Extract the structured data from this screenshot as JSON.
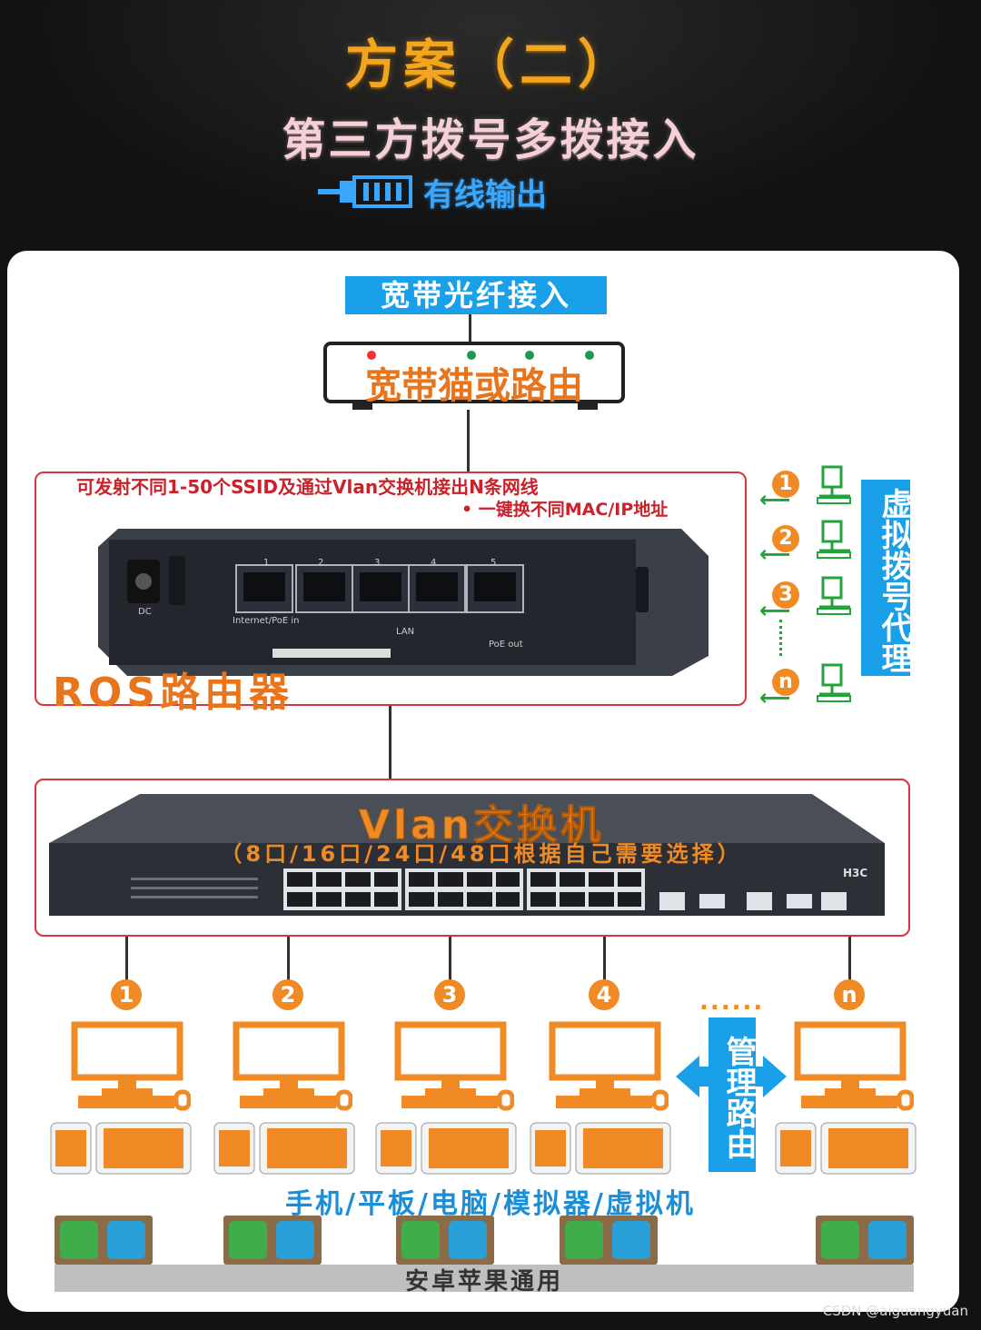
{
  "header": {
    "title": "方案（二）",
    "subtitle": "第三方拨号多拨接入",
    "output_label": "有线输出"
  },
  "fiber_label": "宽带光纤接入",
  "modem_label": "宽带猫或路由",
  "ros": {
    "note1": "可发射不同1-50个SSID及通过Vlan交换机接出N条网线",
    "note2": "• 一键换不同MAC/IP地址",
    "name": "ROS路由器",
    "port_numbers": [
      "1",
      "2",
      "3",
      "4",
      "5"
    ],
    "port_labels": {
      "internet": "Internet/PoE in",
      "lan": "LAN",
      "poe": "PoE out",
      "dc": "DC"
    }
  },
  "virtual": {
    "label": "虚拟拨号代理",
    "items": [
      "1",
      "2",
      "3",
      "n"
    ]
  },
  "vlan": {
    "name": "Vlan交换机",
    "subtitle": "（8口/16口/24口/48口根据自己需要选择）",
    "brand": "H3C"
  },
  "clients": [
    "1",
    "2",
    "3",
    "4",
    "n"
  ],
  "dots": "......",
  "management_label": "管理路由",
  "device_label": "手机/平板/电脑/模拟器/虚拟机",
  "os_label": "安卓苹果通用",
  "watermark": "CSDN @aiguangyuan",
  "colors": {
    "orange": "#f08a24",
    "blue": "#1aa0e8",
    "red": "#d9343a",
    "green": "#22a33a"
  }
}
